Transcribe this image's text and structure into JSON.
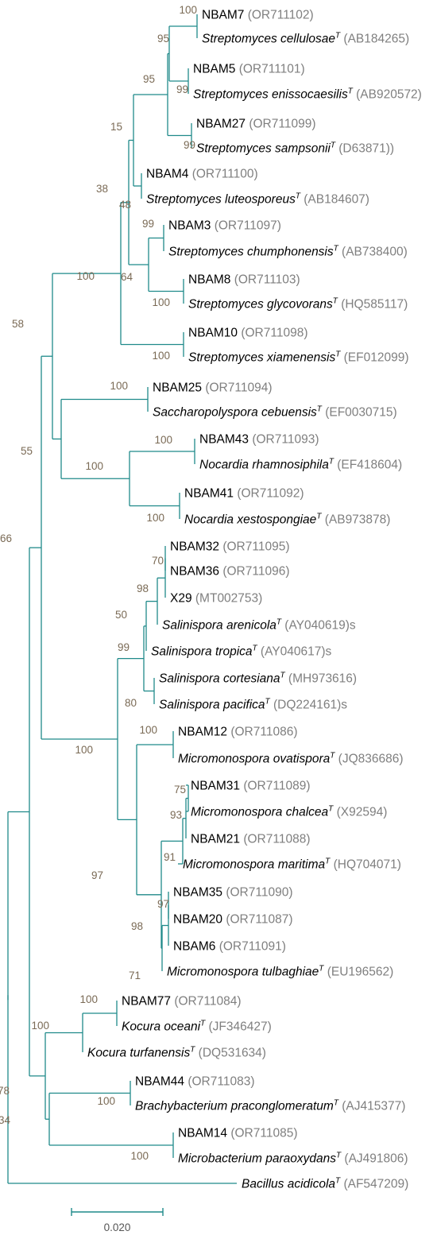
{
  "colors": {
    "branch": "#1f8a8a",
    "bootstrap": "#7a6a55",
    "accession": "#7f7f7f",
    "name": "#000000"
  },
  "tips": [
    {
      "id": "t1",
      "name": "NBAM7",
      "acc": "(OR711102)",
      "italic": false,
      "sup": ""
    },
    {
      "id": "t2",
      "name": "Streptomyces cellulosae",
      "acc": "(AB184265)",
      "italic": true,
      "sup": "T"
    },
    {
      "id": "t3",
      "name": "NBAM5",
      "acc": "(OR711101)",
      "italic": false,
      "sup": ""
    },
    {
      "id": "t4",
      "name": "Streptomyces  enissocaesilis",
      "acc": "(AB920572)",
      "italic": true,
      "sup": "T"
    },
    {
      "id": "t5",
      "name": "NBAM27",
      "acc": "(OR711099)",
      "italic": false,
      "sup": ""
    },
    {
      "id": "t6",
      "name": "Streptomyces  sampsonii",
      "acc": "(D63871))",
      "italic": true,
      "sup": "T"
    },
    {
      "id": "t7",
      "name": "NBAM4",
      "acc": "(OR711100)",
      "italic": false,
      "sup": ""
    },
    {
      "id": "t8",
      "name": "Streptomyces  luteosporeus",
      "acc": "(AB184607)",
      "italic": true,
      "sup": "T"
    },
    {
      "id": "t9",
      "name": "NBAM3",
      "acc": "(OR711097)",
      "italic": false,
      "sup": ""
    },
    {
      "id": "t10",
      "name": "Streptomyces  chumphonensis",
      "acc": "(AB738400)",
      "italic": true,
      "sup": "T"
    },
    {
      "id": "t11",
      "name": "NBAM8",
      "acc": "(OR711103)",
      "italic": false,
      "sup": ""
    },
    {
      "id": "t12",
      "name": "Streptomyces  glycovorans",
      "acc": "(HQ585117)",
      "italic": true,
      "sup": "T"
    },
    {
      "id": "t13",
      "name": "NBAM10",
      "acc": "(OR711098)",
      "italic": false,
      "sup": ""
    },
    {
      "id": "t14",
      "name": "Streptomyces  xiamenensis",
      "acc": "(EF012099)",
      "italic": true,
      "sup": "T"
    },
    {
      "id": "t15",
      "name": "NBAM25",
      "acc": "(OR711094)",
      "italic": false,
      "sup": ""
    },
    {
      "id": "t16",
      "name": "Saccharopolyspora  cebuensis",
      "acc": "(EF0030715)",
      "italic": true,
      "sup": "T"
    },
    {
      "id": "t17",
      "name": "NBAM43",
      "acc": "(OR711093)",
      "italic": false,
      "sup": ""
    },
    {
      "id": "t18",
      "name": "Nocardia  rhamnosiphila",
      "acc": "(EF418604)",
      "italic": true,
      "sup": "T"
    },
    {
      "id": "t19",
      "name": "NBAM41",
      "acc": "(OR711092)",
      "italic": false,
      "sup": ""
    },
    {
      "id": "t20",
      "name": "Nocardia  xestospongiae",
      "acc": "(AB973878)",
      "italic": true,
      "sup": "T"
    },
    {
      "id": "t21",
      "name": "NBAM32",
      "acc": "(OR711095)",
      "italic": false,
      "sup": ""
    },
    {
      "id": "t22",
      "name": "NBAM36",
      "acc": "(OR711096)",
      "italic": false,
      "sup": ""
    },
    {
      "id": "t23",
      "name": "X29",
      "acc": "(MT002753)",
      "italic": false,
      "sup": ""
    },
    {
      "id": "t24",
      "name": "Salinispora arenicola",
      "acc": "(AY040619)s",
      "italic": true,
      "sup": "T"
    },
    {
      "id": "t25",
      "name": "Salinispora tropica",
      "acc": "(AY040617)s",
      "italic": true,
      "sup": "T"
    },
    {
      "id": "t26",
      "name": "Salinispora cortesiana",
      "acc": "(MH973616)",
      "italic": true,
      "sup": "T"
    },
    {
      "id": "t27",
      "name": "Salinispora pacifica",
      "acc": "(DQ224161)s",
      "italic": true,
      "sup": "T"
    },
    {
      "id": "t28",
      "name": "NBAM12",
      "acc": "(OR711086)",
      "italic": false,
      "sup": ""
    },
    {
      "id": "t29",
      "name": "Micromonospora ovatispora",
      "acc": "(JQ836686)",
      "italic": true,
      "sup": "T"
    },
    {
      "id": "t30",
      "name": "NBAM31",
      "acc": "(OR711089)",
      "italic": false,
      "sup": ""
    },
    {
      "id": "t31",
      "name": "Micromonospora chalcea",
      "acc": "(X92594)",
      "italic": true,
      "sup": "T"
    },
    {
      "id": "t32",
      "name": "NBAM21",
      "acc": "(OR711088)",
      "italic": false,
      "sup": ""
    },
    {
      "id": "t33",
      "name": "Micromonospora maritima",
      "acc": "(HQ704071)",
      "italic": true,
      "sup": "T"
    },
    {
      "id": "t34",
      "name": "NBAM35",
      "acc": "(OR711090)",
      "italic": false,
      "sup": ""
    },
    {
      "id": "t35",
      "name": "NBAM20",
      "acc": "(OR711087)",
      "italic": false,
      "sup": ""
    },
    {
      "id": "t36",
      "name": "NBAM6",
      "acc": "(OR711091)",
      "italic": false,
      "sup": ""
    },
    {
      "id": "t37",
      "name": "Micromonospora tulbaghiae",
      "acc": "(EU196562)",
      "italic": true,
      "sup": "T"
    },
    {
      "id": "t38",
      "name": "NBAM77",
      "acc": "(OR711084)",
      "italic": false,
      "sup": ""
    },
    {
      "id": "t39",
      "name": "Kocura oceani",
      "acc": "(JF346427)",
      "italic": true,
      "sup": "T"
    },
    {
      "id": "t40",
      "name": "Kocura turfanensis",
      "acc": "(DQ531634)",
      "italic": true,
      "sup": "T"
    },
    {
      "id": "t41",
      "name": "NBAM44",
      "acc": "(OR711083)",
      "italic": false,
      "sup": ""
    },
    {
      "id": "t42",
      "name": "Brachybacterium praconglomeratum",
      "acc": "(AJ415377)",
      "italic": true,
      "sup": "T"
    },
    {
      "id": "t43",
      "name": "NBAM14",
      "acc": "(OR711085)",
      "italic": false,
      "sup": ""
    },
    {
      "id": "t44",
      "name": "Microbacterium paraoxydans",
      "acc": "(AJ491806)",
      "italic": true,
      "sup": "T"
    },
    {
      "id": "t45",
      "name": "Bacillus acidicola",
      "acc": "(AF547209)",
      "italic": true,
      "sup": "T"
    }
  ],
  "bootstrap": [
    {
      "id": "b1",
      "value": "100"
    },
    {
      "id": "b2",
      "value": "95"
    },
    {
      "id": "b3",
      "value": "99"
    },
    {
      "id": "b4",
      "value": "95"
    },
    {
      "id": "b5",
      "value": "99"
    },
    {
      "id": "b6",
      "value": "15"
    },
    {
      "id": "b7",
      "value": "38"
    },
    {
      "id": "b8",
      "value": "48"
    },
    {
      "id": "b9",
      "value": "99"
    },
    {
      "id": "b10",
      "value": "64"
    },
    {
      "id": "b11",
      "value": "100"
    },
    {
      "id": "b12",
      "value": "100"
    },
    {
      "id": "b13",
      "value": "100"
    },
    {
      "id": "b14",
      "value": "58"
    },
    {
      "id": "b15",
      "value": "100"
    },
    {
      "id": "b16",
      "value": "55"
    },
    {
      "id": "b17",
      "value": "100"
    },
    {
      "id": "b18",
      "value": "100"
    },
    {
      "id": "b19",
      "value": "100"
    },
    {
      "id": "b20",
      "value": "66"
    },
    {
      "id": "b21",
      "value": "70"
    },
    {
      "id": "b22",
      "value": "98"
    },
    {
      "id": "b23",
      "value": "50"
    },
    {
      "id": "b24",
      "value": "99"
    },
    {
      "id": "b25",
      "value": "80"
    },
    {
      "id": "b26",
      "value": "100"
    },
    {
      "id": "b27",
      "value": "100"
    },
    {
      "id": "b28",
      "value": "75"
    },
    {
      "id": "b29",
      "value": "93"
    },
    {
      "id": "b30",
      "value": "91"
    },
    {
      "id": "b31",
      "value": "97"
    },
    {
      "id": "b32",
      "value": "97"
    },
    {
      "id": "b33",
      "value": "98"
    },
    {
      "id": "b34",
      "value": "71"
    },
    {
      "id": "b35",
      "value": "100"
    },
    {
      "id": "b36",
      "value": "100"
    },
    {
      "id": "b37",
      "value": "100"
    },
    {
      "id": "b38",
      "value": "78"
    },
    {
      "id": "b39",
      "value": "100"
    },
    {
      "id": "b40",
      "value": "34"
    }
  ],
  "scale_bar": {
    "label": "0.020"
  }
}
